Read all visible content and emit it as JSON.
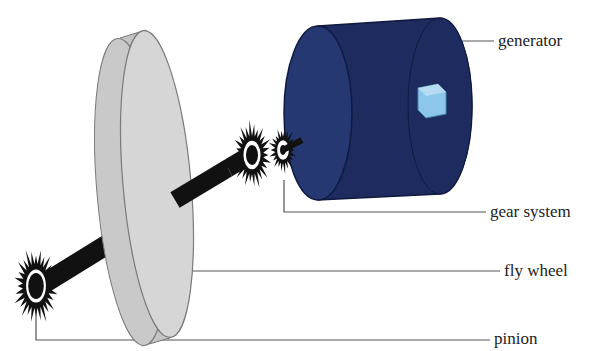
{
  "diagram": {
    "labels": [
      "generator",
      "gear system",
      "fly wheel",
      "pinion"
    ]
  }
}
